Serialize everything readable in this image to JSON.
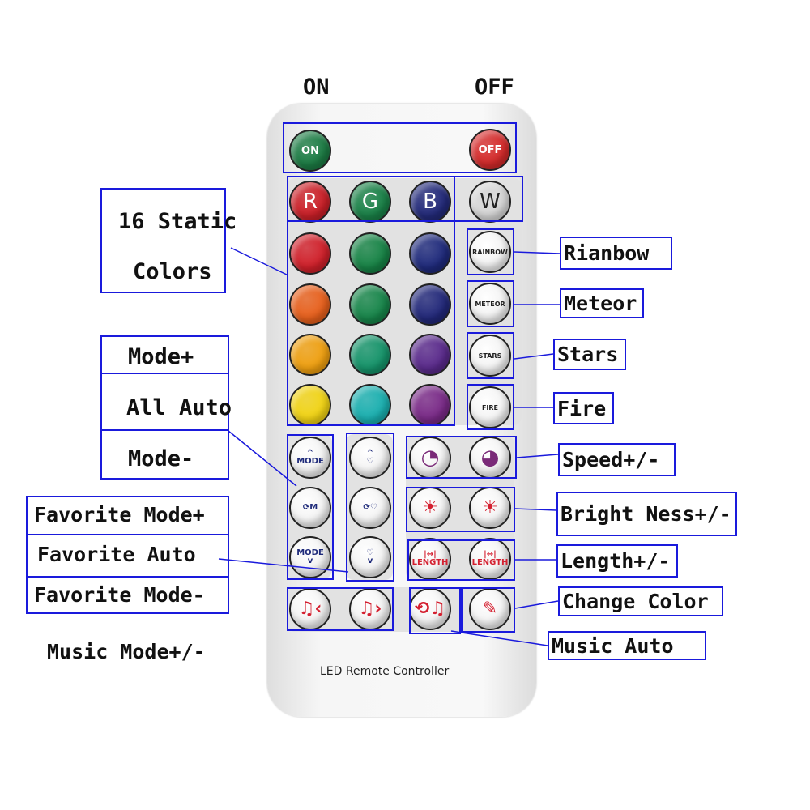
{
  "top_labels": {
    "on": "ON",
    "off": "OFF"
  },
  "power": {
    "on": {
      "label": "ON",
      "color": "#1c7c44"
    },
    "off": {
      "label": "OFF",
      "color": "#d42a2a"
    }
  },
  "rgbw": [
    {
      "label": "R",
      "color": "#cc2028"
    },
    {
      "label": "G",
      "color": "#1a8248"
    },
    {
      "label": "B",
      "color": "#232a7a"
    },
    {
      "label": "W",
      "color": "#d8d8d8"
    }
  ],
  "static_colors": [
    "#d1202a",
    "#178446",
    "#1f2a7c",
    "#e8601c",
    "#17864a",
    "#22287a",
    "#f0a010",
    "#15946a",
    "#5a2a8c",
    "#f2d414",
    "#1ab0b0",
    "#7a2a88"
  ],
  "effects": [
    "RAINBOW",
    "METEOR",
    "STARS",
    "FIRE"
  ],
  "mode_buttons": [
    "MODE",
    "M",
    "MODE"
  ],
  "remote_brand": "LED Remote Controller",
  "right_labels": [
    "Rianbow",
    "Meteor",
    "Stars",
    "Fire",
    "Speed+/-",
    "Bright Ness+/-",
    "Length+/-",
    "Change Color",
    "Music Auto"
  ],
  "left_labels": {
    "static": [
      "16 Static",
      "Colors"
    ],
    "mode": [
      "Mode+",
      "All Auto",
      "Mode-"
    ],
    "favorite": [
      "Favorite Mode+",
      "Favorite Auto",
      "Favorite Mode-"
    ],
    "music": "Music Mode+/-"
  },
  "button_icons": [
    "mode-up-icon",
    "mode-auto-icon",
    "mode-down-icon",
    "favorite-up-icon",
    "favorite-auto-icon",
    "favorite-down-icon",
    "speed-down-icon",
    "speed-up-icon",
    "brightness-down-icon",
    "brightness-up-icon",
    "length-down-icon",
    "length-up-icon",
    "music-prev-icon",
    "music-next-icon",
    "music-auto-icon",
    "change-color-icon"
  ],
  "length_text": "LENGTH"
}
